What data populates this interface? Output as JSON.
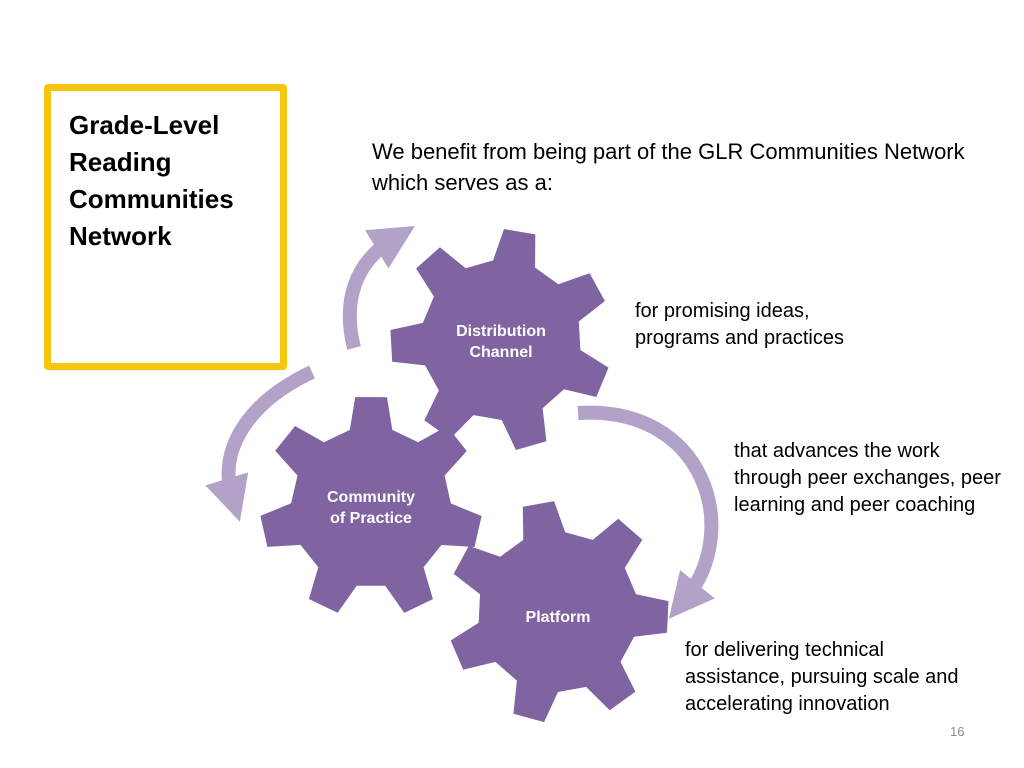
{
  "title": "Grade-Level Reading Communities Network",
  "intro": "We benefit from being part of the GLR Communities Network which serves as a:",
  "gears": [
    {
      "label_lines": [
        "Distribution",
        "Channel"
      ],
      "description": "for promising ideas, programs and practices"
    },
    {
      "label_lines": [
        "Community",
        "of Practice"
      ],
      "description": "that advances the work through peer exchanges, peer learning and peer coaching"
    },
    {
      "label_lines": [
        "Platform"
      ],
      "description": "for delivering technical assistance, pursuing scale and accelerating innovation"
    }
  ],
  "page_number": "16",
  "colors": {
    "gear": "#8064a2",
    "arrow": "#b3a2c7",
    "title_border": "#f5c60f",
    "text": "#000000",
    "gear_text": "#ffffff"
  }
}
